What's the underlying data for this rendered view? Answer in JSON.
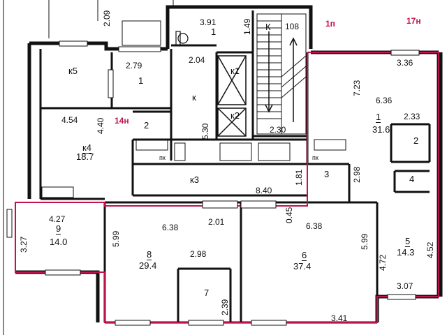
{
  "colors": {
    "wall": "#111111",
    "highlight": "#c0134a",
    "background": "#ffffff"
  },
  "icons": {
    "toilet": "toilet-icon",
    "stairs_arrow": "stairs-arrow-icon",
    "elevator": "elevator-icon"
  },
  "units": {
    "unit_1n": "1п",
    "unit_17n": "17н",
    "unit_14n": "14н",
    "number_108": "108"
  },
  "dims": {
    "d_209": "2.09",
    "d_391": "3.91",
    "d_149": "1.49",
    "d_336": "3.36",
    "d_279": "2.79",
    "d_204": "2.04",
    "d_723": "7.23",
    "d_636": "6.36",
    "d_454": "4.54",
    "d_440": "4.40",
    "d_530": "5.30",
    "d_233": "2.33",
    "d_230": "2.30",
    "d_298a": "2.98",
    "d_181": "1.81",
    "d_840": "8.40",
    "d_427": "4.27",
    "d_327": "3.27",
    "d_045": "0.45",
    "d_599a": "5.99",
    "d_638a": "6.38",
    "d_201": "2.01",
    "d_638b": "6.38",
    "d_599b": "5.99",
    "d_472": "4.72",
    "d_452": "4.52",
    "d_298b": "2.98",
    "d_307": "3.07",
    "d_239": "2.39",
    "d_341": "3.41"
  },
  "rooms": {
    "r1_top": "1",
    "k_stair": "К",
    "k5": "к5",
    "room1_left": "1",
    "k_corr": "к",
    "k1": "к1",
    "k2": "к2",
    "room2_left": "2",
    "room1_right": "1",
    "area_1_right": "31.6",
    "room2_right": "2",
    "k4": "к4",
    "area_k4": "18.7",
    "pk1": "пк",
    "pk2": "пк",
    "k3": "к3",
    "room3": "3",
    "room4": "4",
    "room9": "9",
    "area_9": "14.0",
    "room8": "8",
    "area_8": "29.4",
    "room6": "6",
    "area_6": "37.4",
    "room5": "5",
    "area_5": "14.3",
    "room7": "7"
  }
}
